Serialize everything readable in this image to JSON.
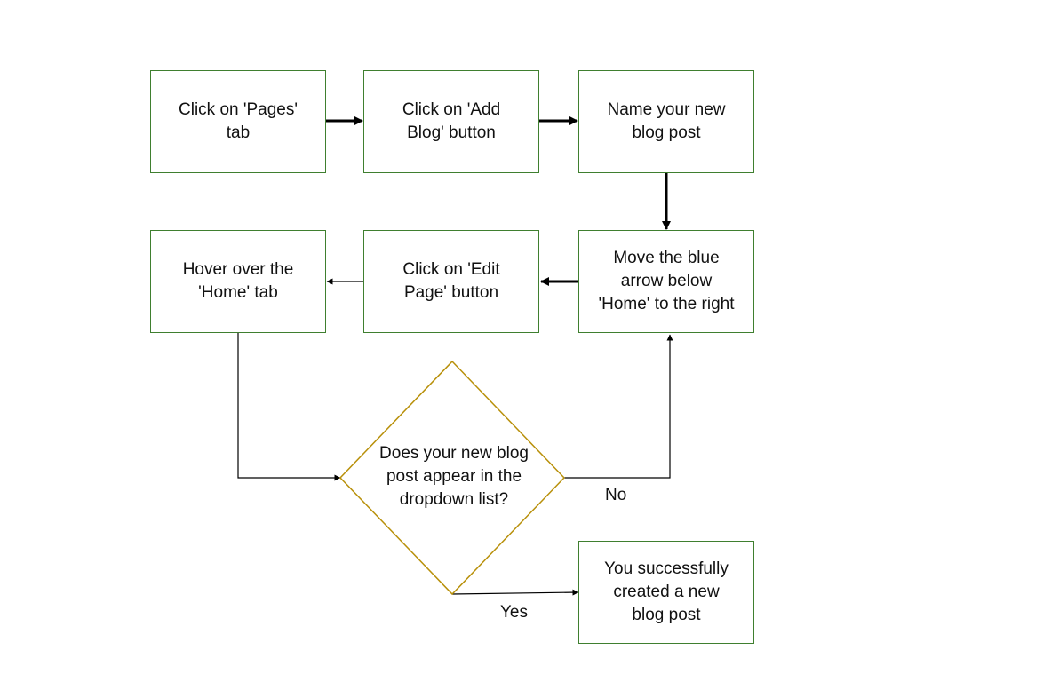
{
  "colors": {
    "process_border": "#3f7f2f",
    "decision_border": "#b8900a",
    "edge": "#000000",
    "background": "#ffffff"
  },
  "nodes": {
    "pages_tab": "Click on 'Pages'\ntab",
    "add_blog": "Click on 'Add\nBlog' button",
    "name_post": "Name your new\nblog post",
    "move_arrow": "Move the blue\narrow below\n'Home' to the right",
    "edit_page": "Click on 'Edit\nPage' button",
    "hover_home": "Hover over the\n'Home' tab",
    "decision": "Does your new blog\npost appear in the\ndropdown list?",
    "success": "You successfully\ncreated a new\nblog post"
  },
  "edge_labels": {
    "no": "No",
    "yes": "Yes"
  }
}
